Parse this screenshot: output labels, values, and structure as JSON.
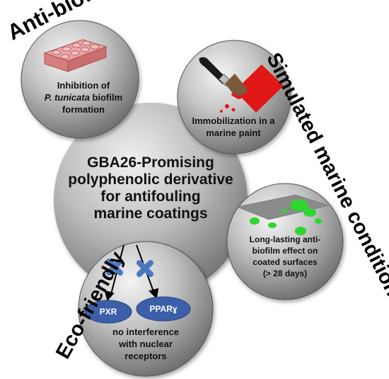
{
  "corner_labels": {
    "anti_biofilm": "Anti-biofilm",
    "simulated_marine": "Simulated marine conditions",
    "eco_friendly": "Eco-friendly"
  },
  "center": {
    "line1": "GBA26-Promising",
    "line2": "polyphenolic derivative",
    "line3": "for antifouling",
    "line4": "marine coatings"
  },
  "inhibition": {
    "line1": "Inhibition of",
    "species": "P. tunicata",
    "suffix": " biofilm",
    "line3": "formation"
  },
  "immobilization": {
    "line1": "Immobilization in a",
    "line2": "marine paint"
  },
  "long_lasting": {
    "line1": "Long-lasting anti-",
    "line2": "biofilm effect on",
    "line3": "coated surfaces",
    "line4": "(> 28 days)"
  },
  "receptors": {
    "pxr": "PXR",
    "ppar": "PPARɣ",
    "caption1": "no interference",
    "caption2": "with nuclear",
    "caption3": "receptors"
  },
  "colors": {
    "sphere_light": "#f2f2f2",
    "sphere_dark": "#6e6e6e",
    "receptor_fill": "#3b5fa8",
    "cross_fill": "#4a78c0",
    "paint_red": "#e01818",
    "plate_pink": "#e79a9a",
    "biofilm_green": "#2fd62f"
  },
  "icons": [
    "well-plate-icon",
    "paintbrush-icon",
    "biofilm-surface-icon",
    "cross-icon"
  ]
}
